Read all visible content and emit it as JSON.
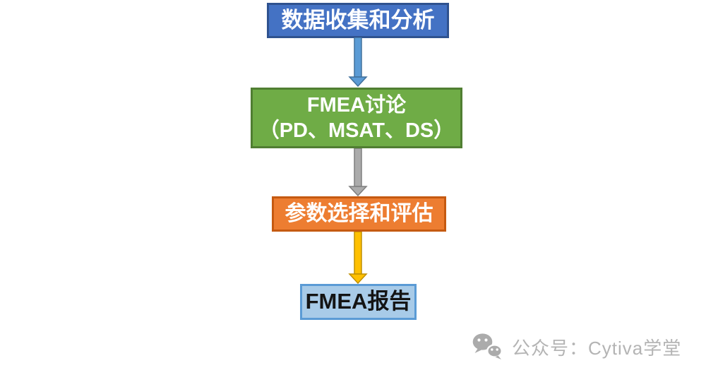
{
  "diagram": {
    "type": "flowchart",
    "background": "#FFFFFF",
    "nodes": [
      {
        "id": "data-collection",
        "lines": [
          "数据收集和分析"
        ],
        "fill": "#4472C4",
        "border": "#2F528F",
        "text_color": "#FFFFFF"
      },
      {
        "id": "fmea-discussion",
        "lines": [
          "FMEA讨论",
          "（PD、MSAT、DS）"
        ],
        "fill": "#6FAC46",
        "border": "#507E32",
        "text_color": "#FFFFFF"
      },
      {
        "id": "parameter-selection",
        "lines": [
          "参数选择和评估"
        ],
        "fill": "#ED7D31",
        "border": "#C55A11",
        "text_color": "#FFFFFF"
      },
      {
        "id": "fmea-report",
        "lines": [
          "FMEA报告"
        ],
        "fill": "#A8CBE8",
        "border": "#5B9BD5",
        "text_color": "#141414"
      }
    ],
    "connectors": [
      {
        "from": "data-collection",
        "to": "fmea-discussion",
        "direction": "down",
        "fill": "#5B9BD5",
        "stroke": "#41719C"
      },
      {
        "from": "fmea-discussion",
        "to": "parameter-selection",
        "direction": "down",
        "fill": "#ABABAB",
        "stroke": "#7F7F7F"
      },
      {
        "from": "parameter-selection",
        "to": "fmea-report",
        "direction": "down",
        "fill": "#FFC000",
        "stroke": "#BF8F00"
      }
    ]
  },
  "watermark": {
    "icon": "wechat-icon",
    "icon_color": "#ABABAB",
    "text": "公众号：Cytiva学堂",
    "text_color": "#B4B4B4"
  }
}
